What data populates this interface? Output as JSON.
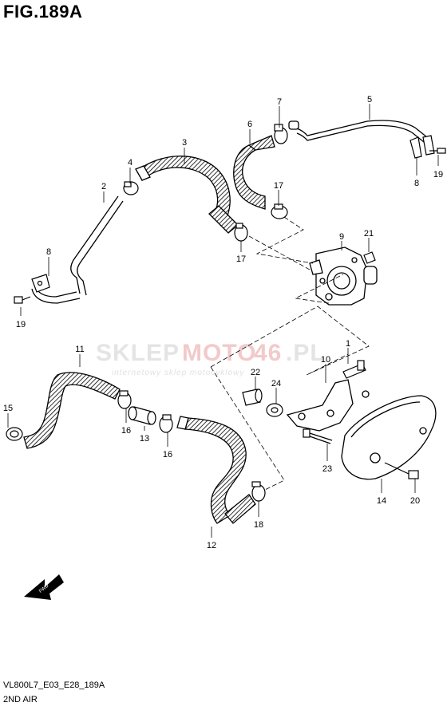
{
  "figure": {
    "title": "FIG.189A"
  },
  "footer": {
    "code": "VL800L7_E03_E28_189A",
    "subtitle": "2ND AIR"
  },
  "watermark": {
    "text_a": "SKLEP",
    "text_b": "MOTO",
    "text_c": "46",
    "text_d": ".PL",
    "tagline": "internetowy sklep motocyklowy"
  },
  "direction_arrow": {
    "label": "FWD"
  },
  "callouts": {
    "c1": "1",
    "c2": "2",
    "c3": "3",
    "c4": "4",
    "c5": "5",
    "c6": "6",
    "c7": "7",
    "c8a": "8",
    "c8b": "8",
    "c9": "9",
    "c10": "10",
    "c11": "11",
    "c12": "12",
    "c13": "13",
    "c14": "14",
    "c15": "15",
    "c16a": "16",
    "c16b": "16",
    "c17a": "17",
    "c17b": "17",
    "c18": "18",
    "c19a": "19",
    "c19b": "19",
    "c20": "20",
    "c21": "21",
    "c22": "22",
    "c23": "23",
    "c24": "24"
  },
  "colors": {
    "line": "#000000",
    "hatch": "#000000",
    "wm_gray": "#cfcfcf",
    "wm_red": "#e8a0a0"
  }
}
